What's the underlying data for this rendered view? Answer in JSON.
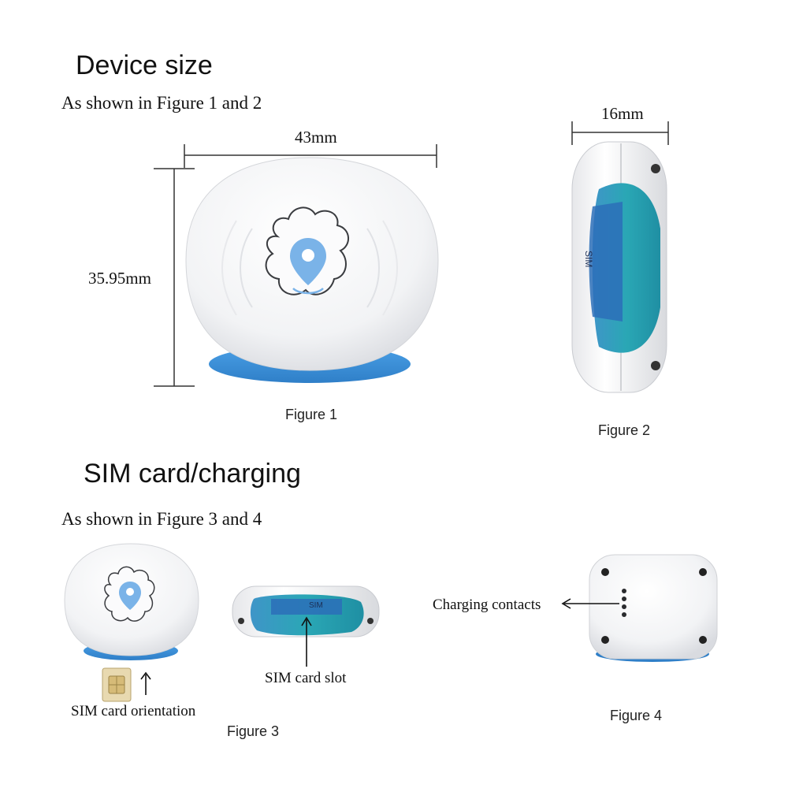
{
  "section1": {
    "title": "Device size",
    "subtitle": "As shown in Figure 1 and 2"
  },
  "figure1": {
    "caption": "Figure 1",
    "width_label": "43mm",
    "height_label": "35.95mm"
  },
  "figure2": {
    "caption": "Figure 2",
    "thickness_label": "16mm",
    "slot_label": "SIM"
  },
  "section2": {
    "title": "SIM card/charging",
    "subtitle": "As shown in Figure 3 and 4"
  },
  "figure3": {
    "caption": "Figure 3",
    "sim_orientation_label": "SIM card orientation",
    "sim_slot_label": "SIM card slot",
    "slot_label": "SIM"
  },
  "figure4": {
    "caption": "Figure 4",
    "charging_label": "Charging contacts"
  },
  "colors": {
    "accent_blue": "#3a8fd6",
    "teal": "#2aa7b5",
    "pin_blue": "#7ab3e8"
  }
}
